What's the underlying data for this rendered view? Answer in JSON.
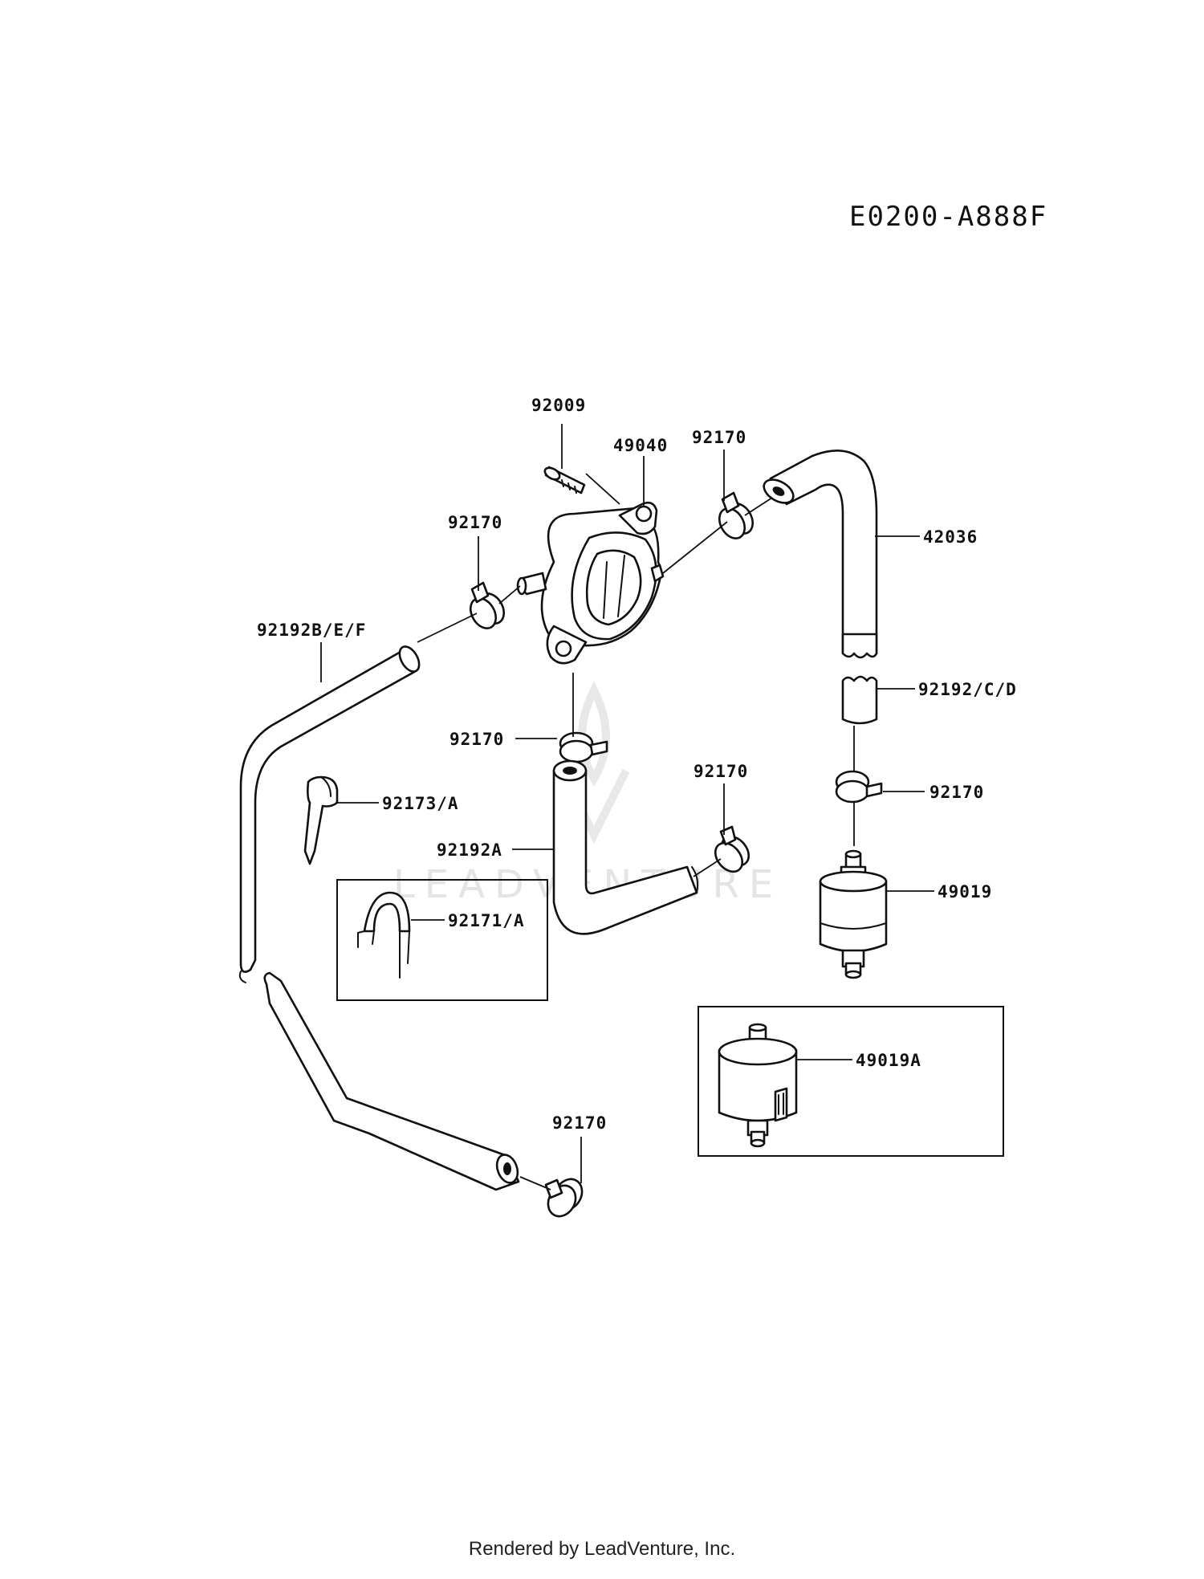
{
  "diagram": {
    "code": "E0200-A888F",
    "footer": "Rendered by LeadVenture, Inc.",
    "watermark": "LEADVENTURE"
  },
  "labels": {
    "p92009": "92009",
    "p49040": "49040",
    "p92170_top": "92170",
    "p42036": "42036",
    "p92170_left": "92170",
    "p92192bef": "92192B/E/F",
    "p92192cd": "92192/C/D",
    "p92170_mid": "92170",
    "p92170_center": "92170",
    "p92170_right": "92170",
    "p92173a": "92173/A",
    "p92192a": "92192A",
    "p49019": "49019",
    "p92171a": "92171/A",
    "p49019a": "49019A",
    "p92170_bottom": "92170"
  }
}
